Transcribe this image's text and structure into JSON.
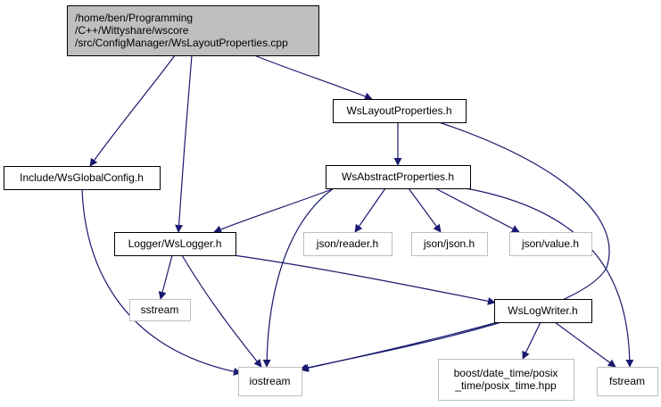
{
  "colors": {
    "root_fill": "#bfbfbf",
    "node_fill": "#ffffff",
    "node_border": "#000000",
    "external_border": "#bfbfbf",
    "edge": "#191970"
  },
  "nodes": [
    {
      "id": "root",
      "kind": "root",
      "lines": [
        "/home/ben/Programming",
        "/C++/Wittyshare/wscore",
        "/src/ConfigManager/WsLayoutProperties.cpp"
      ]
    },
    {
      "id": "wslayoutproperties_h",
      "kind": "header",
      "lines": [
        "WsLayoutProperties.h"
      ]
    },
    {
      "id": "wsglobalconfig_h",
      "kind": "header",
      "lines": [
        "Include/WsGlobalConfig.h"
      ]
    },
    {
      "id": "wsabstractproperties_h",
      "kind": "header",
      "lines": [
        "WsAbstractProperties.h"
      ]
    },
    {
      "id": "wslogger_h",
      "kind": "header",
      "lines": [
        "Logger/WsLogger.h"
      ]
    },
    {
      "id": "json_reader_h",
      "kind": "external",
      "lines": [
        "json/reader.h"
      ]
    },
    {
      "id": "json_json_h",
      "kind": "external",
      "lines": [
        "json/json.h"
      ]
    },
    {
      "id": "json_value_h",
      "kind": "external",
      "lines": [
        "json/value.h"
      ]
    },
    {
      "id": "sstream",
      "kind": "external",
      "lines": [
        "sstream"
      ]
    },
    {
      "id": "wslogwriter_h",
      "kind": "header",
      "lines": [
        "WsLogWriter.h"
      ]
    },
    {
      "id": "iostream",
      "kind": "external",
      "lines": [
        "iostream"
      ]
    },
    {
      "id": "boost_posix_time",
      "kind": "external",
      "lines": [
        "boost/date_time/posix",
        "_time/posix_time.hpp"
      ]
    },
    {
      "id": "fstream",
      "kind": "external",
      "lines": [
        "fstream"
      ]
    }
  ],
  "edges": [
    {
      "from": "root",
      "to": "wslayoutproperties_h"
    },
    {
      "from": "root",
      "to": "wsglobalconfig_h"
    },
    {
      "from": "root",
      "to": "wslogger_h"
    },
    {
      "from": "wslayoutproperties_h",
      "to": "wsabstractproperties_h"
    },
    {
      "from": "wslayoutproperties_h",
      "to": "iostream"
    },
    {
      "from": "wsglobalconfig_h",
      "to": "iostream"
    },
    {
      "from": "wsabstractproperties_h",
      "to": "wslogger_h"
    },
    {
      "from": "wsabstractproperties_h",
      "to": "json_reader_h"
    },
    {
      "from": "wsabstractproperties_h",
      "to": "json_json_h"
    },
    {
      "from": "wsabstractproperties_h",
      "to": "json_value_h"
    },
    {
      "from": "wsabstractproperties_h",
      "to": "iostream"
    },
    {
      "from": "wsabstractproperties_h",
      "to": "fstream"
    },
    {
      "from": "wslogger_h",
      "to": "sstream"
    },
    {
      "from": "wslogger_h",
      "to": "iostream"
    },
    {
      "from": "wslogger_h",
      "to": "wslogwriter_h"
    },
    {
      "from": "wslogwriter_h",
      "to": "iostream"
    },
    {
      "from": "wslogwriter_h",
      "to": "boost_posix_time"
    },
    {
      "from": "wslogwriter_h",
      "to": "fstream"
    }
  ]
}
